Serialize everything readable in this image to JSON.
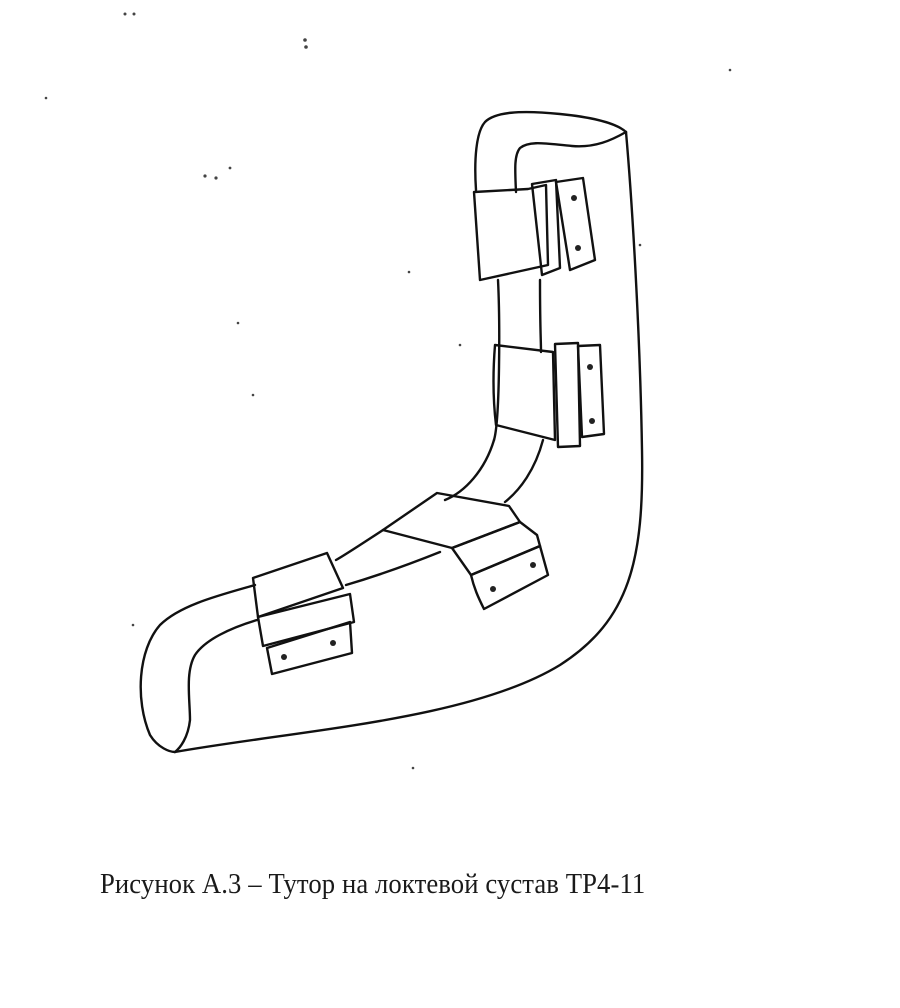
{
  "figure": {
    "label": "Рисунок А.3",
    "separator": "–",
    "title": "Тутор на локтевой сустав ТР4-11",
    "caption": "Рисунок А.3 – Тутор на локтевой сустав ТР4-11",
    "illustration": "elbow-orthosis-line-drawing"
  }
}
